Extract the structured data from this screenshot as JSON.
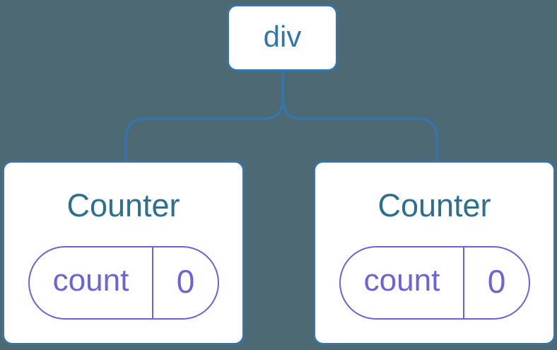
{
  "diagram": {
    "root": {
      "label": "div"
    },
    "children": [
      {
        "title": "Counter",
        "state": {
          "label": "count",
          "value": "0"
        }
      },
      {
        "title": "Counter",
        "state": {
          "label": "count",
          "value": "0"
        }
      }
    ]
  },
  "colors": {
    "background": "#4d6973",
    "line": "#3476aa",
    "node_fill": "#ffffff",
    "root_text": "#3476aa",
    "component_title": "#2e6e91",
    "state_accent": "#6964da"
  }
}
